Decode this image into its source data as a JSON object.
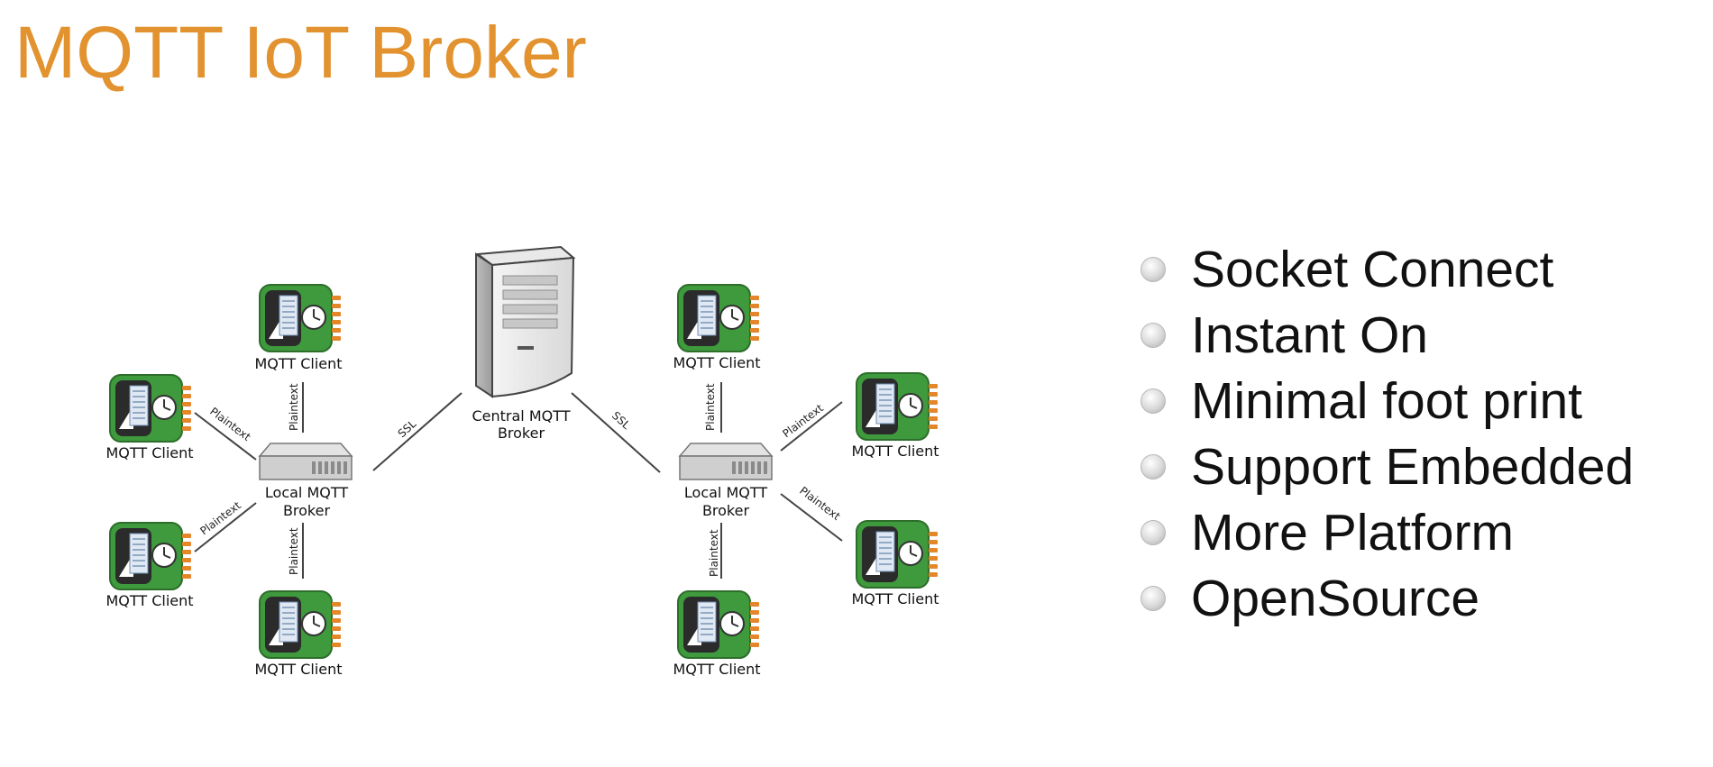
{
  "title": "MQTT IoT Broker",
  "diagram": {
    "central_broker": {
      "label_line1": "Central MQTT",
      "label_line2": "Broker",
      "icon": "server-tower-icon"
    },
    "local_brokers": [
      {
        "label_line1": "Local MQTT",
        "label_line2": "Broker",
        "icon": "network-switch-icon"
      },
      {
        "label_line1": "Local MQTT",
        "label_line2": "Broker",
        "icon": "network-switch-icon"
      }
    ],
    "client_label": "MQTT Client",
    "client_icon": "iot-device-board-icon",
    "uplink_label": "SSL",
    "downlink_label": "Plaintext"
  },
  "features": [
    "Socket Connect",
    "Instant On",
    "Minimal foot print",
    "Support Embedded",
    "More Platform",
    "OpenSource"
  ],
  "colors": {
    "title": "#e2922f",
    "device_green": "#3e9a3c",
    "device_screen": "#2a2a2a",
    "pins": "#e4862a"
  }
}
